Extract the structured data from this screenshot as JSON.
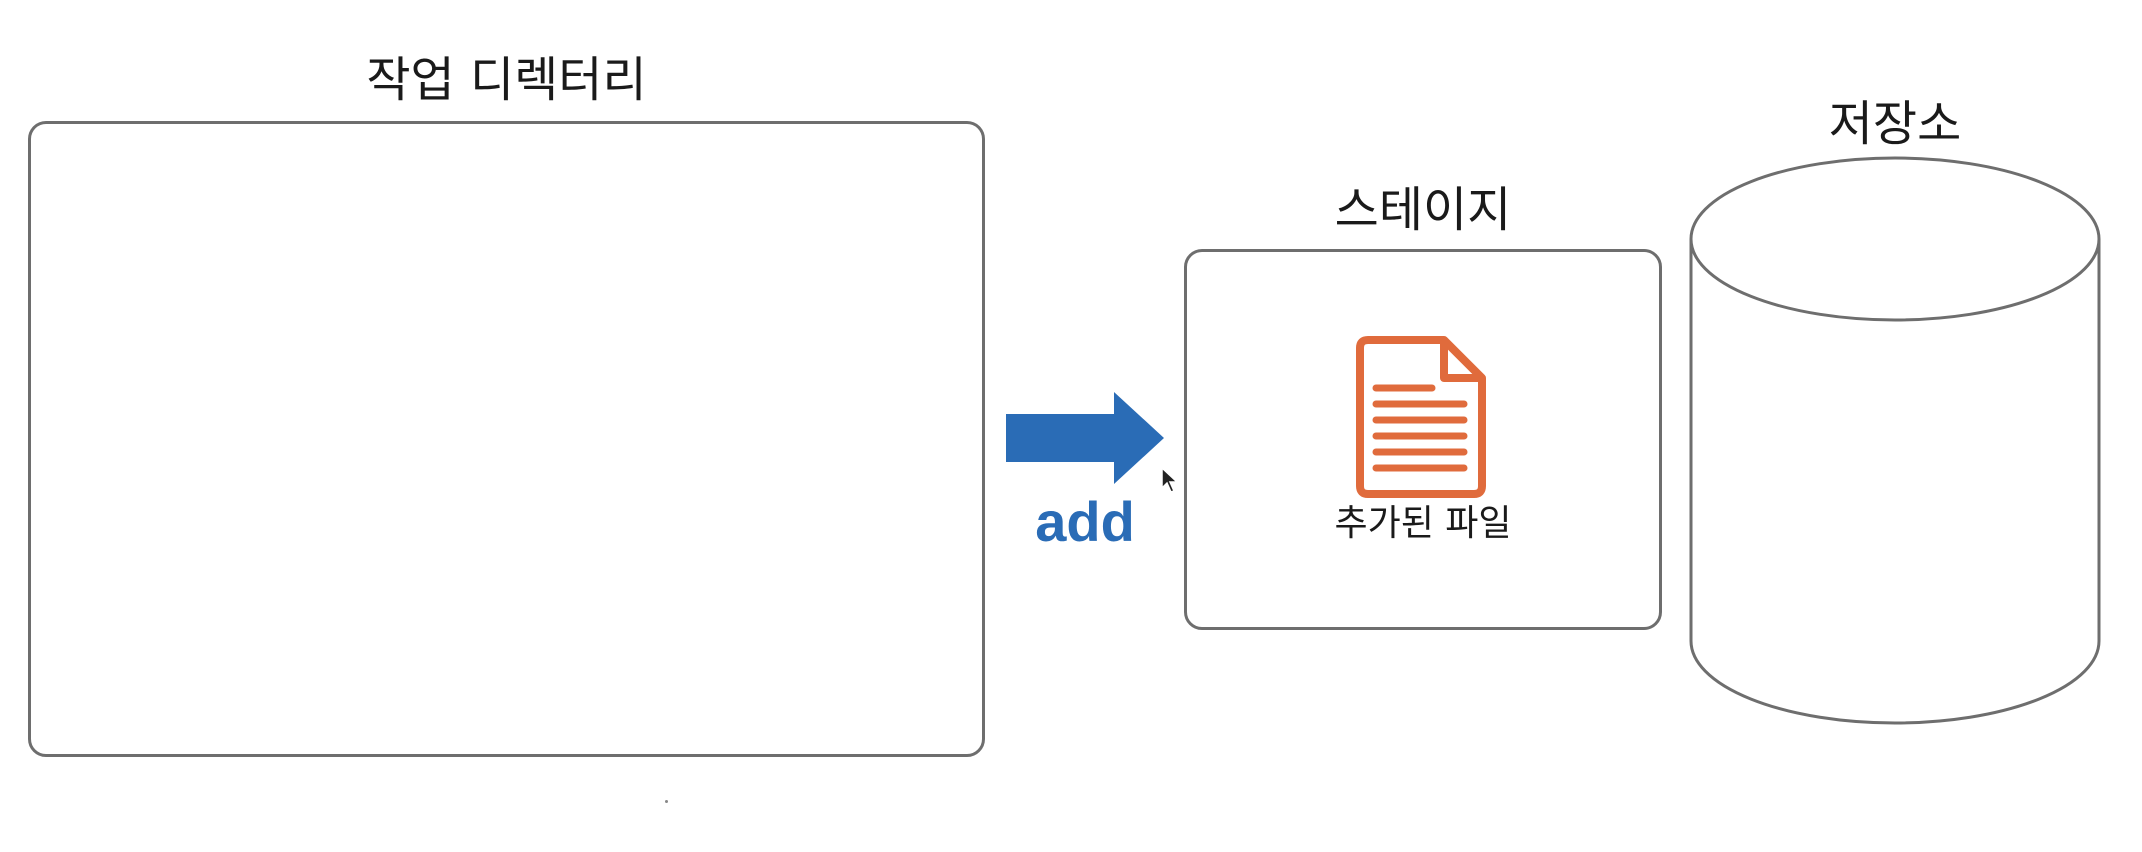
{
  "working_directory": {
    "title": "작업 디렉터리"
  },
  "stage": {
    "title": "스테이지",
    "file_label": "추가된 파일"
  },
  "repository": {
    "title": "저장소"
  },
  "arrow": {
    "label": "add"
  },
  "colors": {
    "arrow": "#2a6cb6",
    "file_icon": "#e06b3c",
    "border": "#6e6e6e",
    "text": "#1a1a1a"
  },
  "icons": {
    "file": "document-icon",
    "arrow": "arrow-right-icon",
    "cursor": "mouse-pointer-icon",
    "repository": "database-cylinder-icon"
  }
}
